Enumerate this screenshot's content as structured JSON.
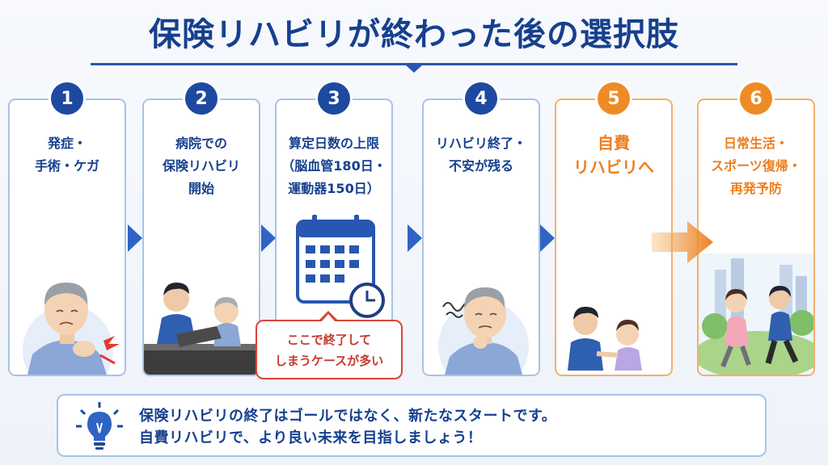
{
  "title": "保険リハビリが終わった後の選択肢",
  "steps": [
    {
      "number": "1",
      "lines": [
        "発症・",
        "手術・ケガ"
      ]
    },
    {
      "number": "2",
      "lines": [
        "病院での",
        "保険リハビリ",
        "開始"
      ]
    },
    {
      "number": "3",
      "lines": [
        "算定日数の上限",
        "（脳血管180日・",
        "運動器150日）"
      ]
    },
    {
      "number": "4",
      "lines": [
        "リハビリ終了・",
        "不安が残る"
      ]
    },
    {
      "number": "5",
      "lines": [
        "自費",
        "リハビリへ"
      ]
    },
    {
      "number": "6",
      "lines": [
        "日常生活・",
        "スポーツ復帰・",
        "再発予防"
      ]
    }
  ],
  "callout": {
    "lines": [
      "ここで終了して",
      "しまうケースが多い"
    ]
  },
  "footer": {
    "lines": [
      "保険リハビリの終了はゴールではなく、新たなスタートです。",
      "自費リハビリで、より良い未来を目指しましょう！"
    ]
  },
  "icons": [
    "pain-icon",
    "calendar-icon",
    "clock-icon",
    "worry-scribble-icon",
    "arrow-right-icon",
    "lightbulb-icon"
  ],
  "colors": {
    "navy": "#16408e",
    "blue_border": "#a8c3e7",
    "orange": "#ee8b27",
    "red": "#d9453a"
  }
}
